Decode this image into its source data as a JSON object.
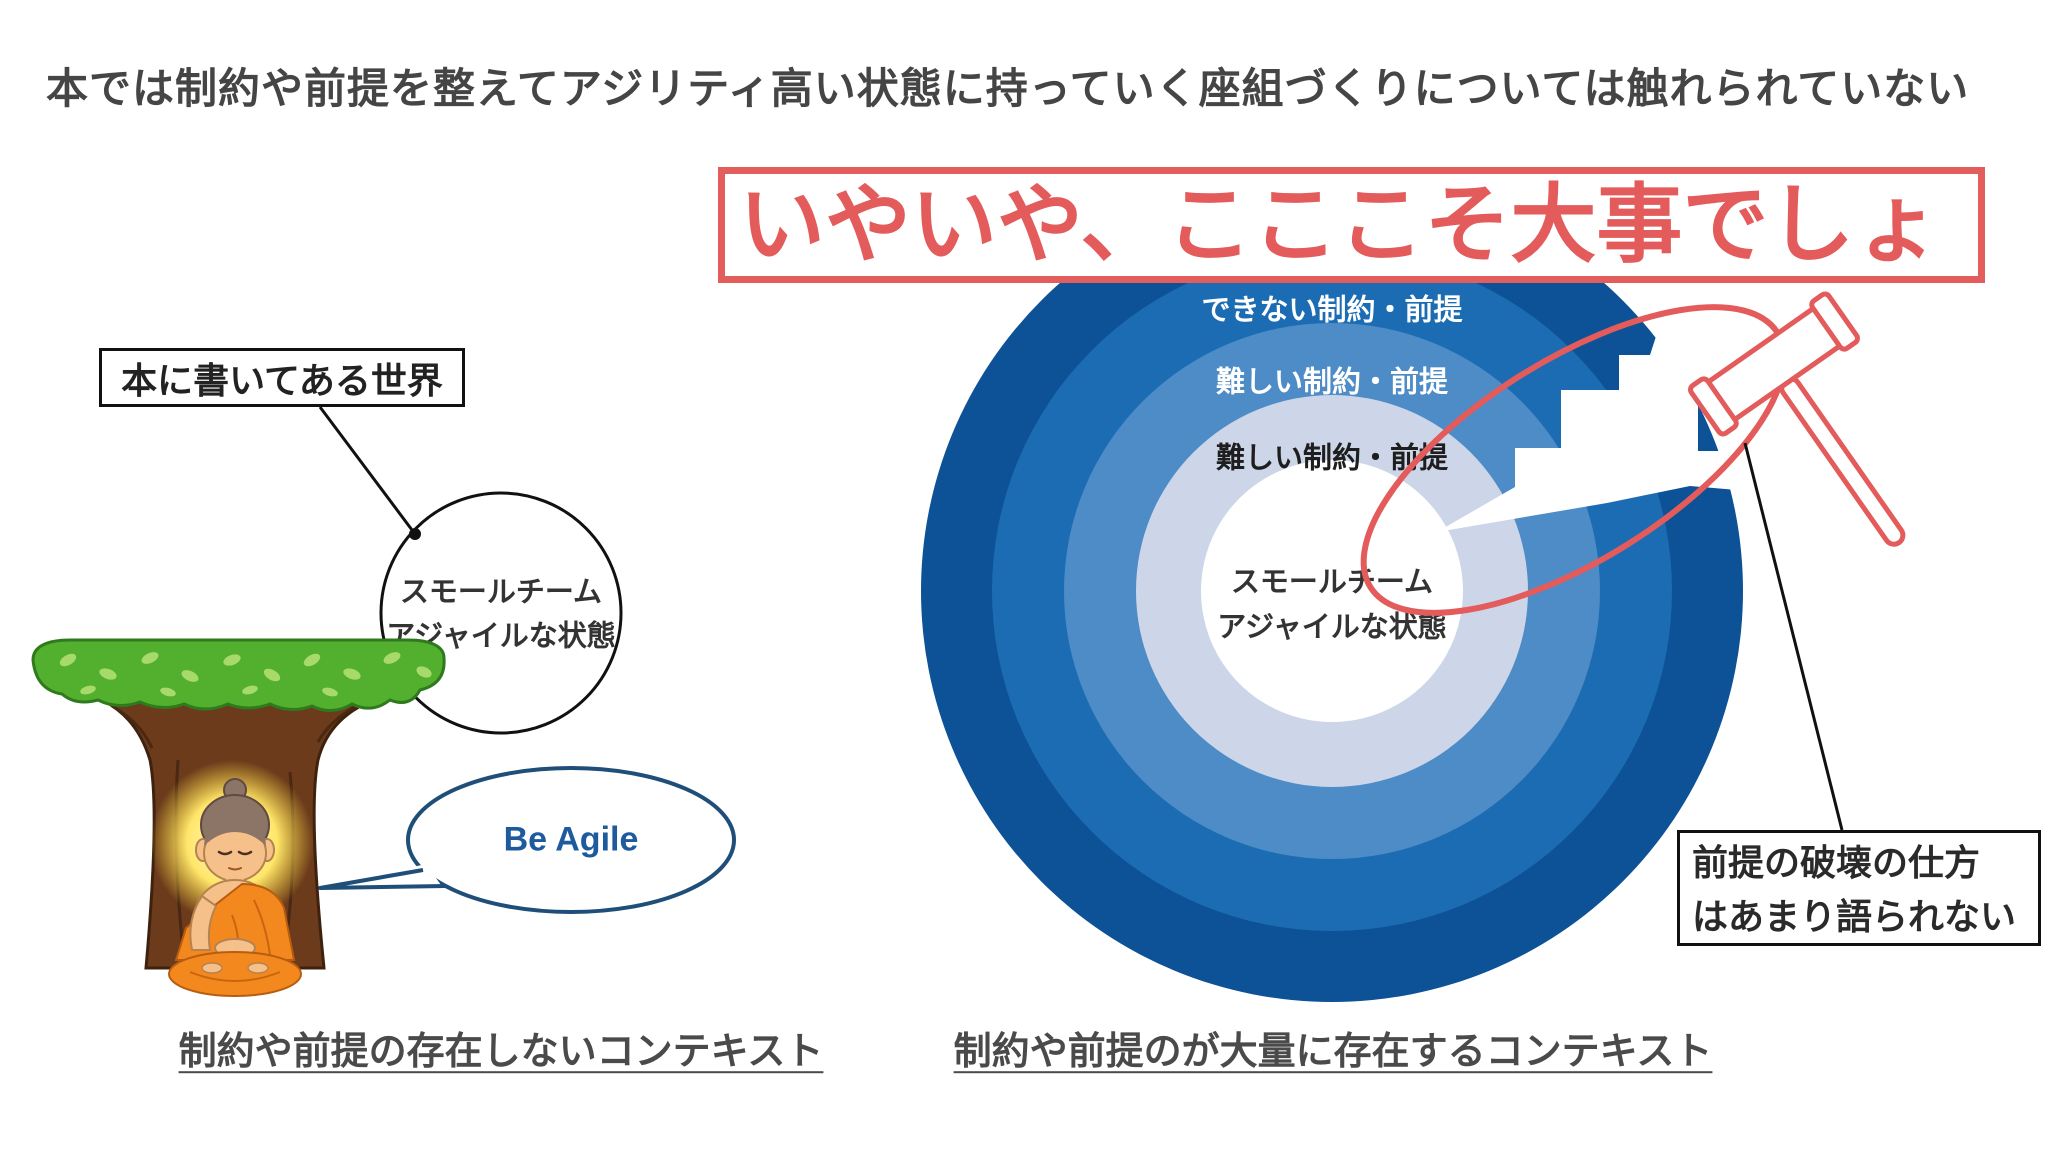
{
  "slide": {
    "headline": "本では制約や前提を整えてアジリティ高い状態に持っていく座組づくりについては触れられていない",
    "callout": "いやいや、こここそ大事でしょ"
  },
  "left_panel": {
    "label": "本に書いてある世界",
    "circle_lines": [
      "スモールチーム",
      "アジャイルな状態"
    ],
    "speech_bubble": "Be Agile",
    "caption": "制約や前提の存在しないコンテキスト",
    "illustration": "buddha-under-tree-illustration"
  },
  "right_panel": {
    "ring_labels": [
      "できない制約・前提",
      "難しい制約・前提",
      "難しい制約・前提"
    ],
    "center_lines": [
      "スモールチーム",
      "アジャイルな状態"
    ],
    "note_lines": [
      "前提の破壊の仕方",
      "はあまり語られない"
    ],
    "caption": "制約や前提のが大量に存在するコンテキスト",
    "annotation_icon": "hammer-icon"
  },
  "colors": {
    "callout_red": "#e35b5b",
    "rings": [
      "#0d5296",
      "#1c6cb4",
      "#4d8cc6",
      "#cdd6e9",
      "#ffffff"
    ],
    "speech_blue": "#1d5a9e"
  }
}
